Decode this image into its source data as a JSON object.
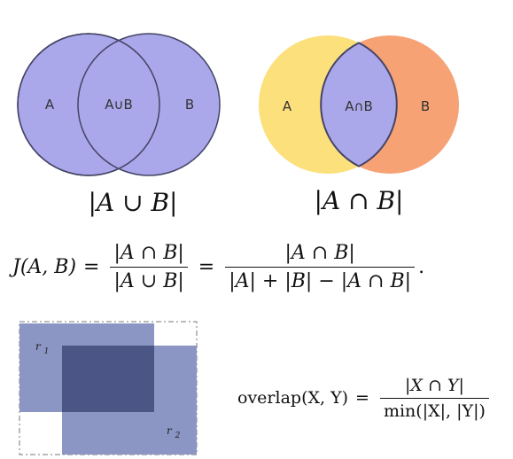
{
  "union_diagram": {
    "left_label": "A",
    "center_label": "A∪B",
    "right_label": "B",
    "fill_color": "#aaa8ea",
    "stroke_color": "#444466",
    "caption": "|A ∪ B|"
  },
  "intersection_diagram": {
    "left_label": "A",
    "center_label": "A∩B",
    "right_label": "B",
    "left_color": "#fbe07b",
    "right_color": "#f6a274",
    "overlap_color": "#aaa8ea",
    "stroke_color": "#444466",
    "caption": "|A ∩ B|"
  },
  "jaccard_formula": {
    "lhs": "J(A, B)",
    "eq1": "=",
    "frac1_num": "|A ∩ B|",
    "frac1_den": "|A ∪ B|",
    "eq2": "=",
    "frac2_num": "|A ∩ B|",
    "frac2_den": "|A| + |B| − |A ∩ B|",
    "end": "."
  },
  "rect_diagram": {
    "label_r1": "r1",
    "label_r2": "r2",
    "rect_color": "#8c96c4",
    "overlap_color": "#4c5686",
    "dash_color": "#777777"
  },
  "overlap_formula": {
    "lhs": "overlap(X, Y)",
    "eq": "=",
    "num": "|X ∩ Y|",
    "den": "min(|X|, |Y|)"
  }
}
